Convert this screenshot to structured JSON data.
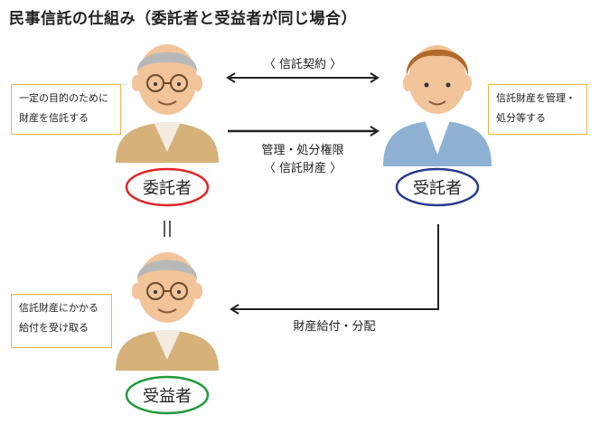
{
  "title": "民事信託の仕組み（委託者と受益者が同じ場合）",
  "relationships": {
    "contract": "〈 信託契約 〉",
    "management_line1": "管理・処分権限",
    "management_line2": "〈 信託財産 〉",
    "distribution": "財産給付・分配",
    "equals": "||"
  },
  "roles": {
    "settlor": "委託者",
    "trustee": "受託者",
    "beneficiary": "受益者"
  },
  "notes": {
    "settlor": [
      "一定の目的のために",
      "財産を信託する"
    ],
    "trustee": [
      "信託財産を管理・",
      "処分等する"
    ],
    "beneficiary": [
      "信託財産にかかる",
      "給付を受け取る"
    ]
  },
  "colors": {
    "settlor_ring": "#e02424",
    "trustee_ring": "#2a3a8f",
    "beneficiary_ring": "#1f9a3a",
    "note_border": "#f2b545"
  }
}
